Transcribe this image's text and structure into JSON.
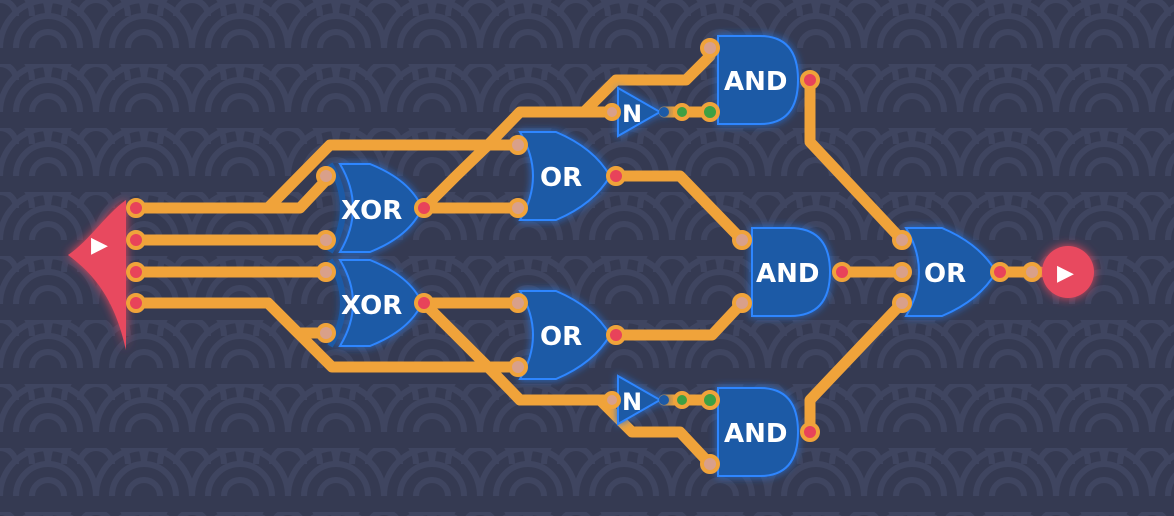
{
  "colors": {
    "background": "#353a52",
    "wave_pattern": "#3f4560",
    "wire": "#f0a33a",
    "wire_joint": "#f0a33a",
    "gate_fill": "#1f5aa6",
    "gate_glow": "#2f86ff",
    "pin_red": "#e8435a",
    "pin_pink": "#d9a08a",
    "pin_green": "#3ea043",
    "io_red": "#e84a5f"
  },
  "input_node": {
    "icon": "play-arrow-icon",
    "label": "▶"
  },
  "output_node": {
    "icon": "play-arrow-icon",
    "label": "▶"
  },
  "gates": {
    "xor_top": "XOR",
    "xor_bottom": "XOR",
    "or_top": "OR",
    "or_bottom": "OR",
    "not_top": "N",
    "not_bottom": "N",
    "and_top": "AND",
    "and_middle": "AND",
    "and_bottom": "AND",
    "or_final": "OR"
  }
}
